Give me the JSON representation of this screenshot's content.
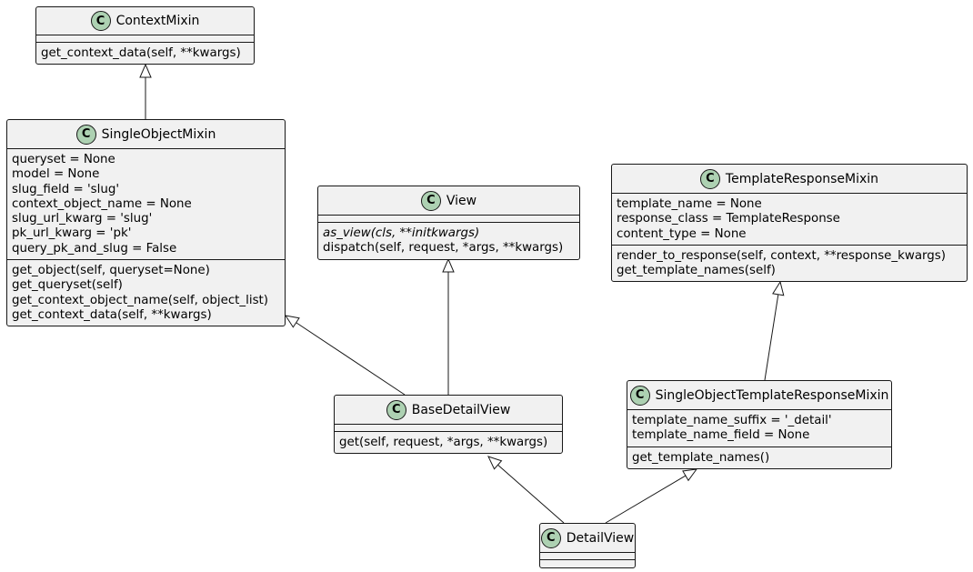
{
  "diagram": {
    "classes": [
      {
        "id": "ContextMixin",
        "badge": "C",
        "name": "ContextMixin",
        "fields": [],
        "methods": [
          {
            "text": "get_context_data(self, **kwargs)",
            "italic": false
          }
        ]
      },
      {
        "id": "SingleObjectMixin",
        "badge": "C",
        "name": "SingleObjectMixin",
        "fields": [
          {
            "text": "queryset = None"
          },
          {
            "text": "model = None"
          },
          {
            "text": "slug_field = 'slug'"
          },
          {
            "text": "context_object_name = None"
          },
          {
            "text": "slug_url_kwarg = 'slug'"
          },
          {
            "text": "pk_url_kwarg = 'pk'"
          },
          {
            "text": "query_pk_and_slug = False"
          }
        ],
        "methods": [
          {
            "text": "get_object(self, queryset=None)",
            "italic": false
          },
          {
            "text": "get_queryset(self)",
            "italic": false
          },
          {
            "text": "get_context_object_name(self, object_list)",
            "italic": false
          },
          {
            "text": "get_context_data(self, **kwargs)",
            "italic": false
          }
        ]
      },
      {
        "id": "View",
        "badge": "C",
        "name": "View",
        "fields": [],
        "methods": [
          {
            "text": "as_view(cls, **initkwargs)",
            "italic": true
          },
          {
            "text": "dispatch(self, request, *args, **kwargs)",
            "italic": false
          }
        ]
      },
      {
        "id": "TemplateResponseMixin",
        "badge": "C",
        "name": "TemplateResponseMixin",
        "fields": [
          {
            "text": "template_name = None"
          },
          {
            "text": "response_class = TemplateResponse"
          },
          {
            "text": "content_type = None"
          }
        ],
        "methods": [
          {
            "text": "render_to_response(self, context, **response_kwargs)",
            "italic": false
          },
          {
            "text": "get_template_names(self)",
            "italic": false
          }
        ]
      },
      {
        "id": "BaseDetailView",
        "badge": "C",
        "name": "BaseDetailView",
        "fields": [],
        "methods": [
          {
            "text": "get(self, request, *args, **kwargs)",
            "italic": false
          }
        ]
      },
      {
        "id": "SingleObjectTemplateResponseMixin",
        "badge": "C",
        "name": "SingleObjectTemplateResponseMixin",
        "fields": [
          {
            "text": "template_name_suffix = '_detail'"
          },
          {
            "text": "template_name_field = None"
          }
        ],
        "methods": [
          {
            "text": "get_template_names()",
            "italic": false
          }
        ]
      },
      {
        "id": "DetailView",
        "badge": "C",
        "name": "DetailView",
        "fields": [],
        "methods": []
      }
    ],
    "relations": [
      {
        "from": "SingleObjectMixin",
        "to": "ContextMixin",
        "type": "inheritance"
      },
      {
        "from": "BaseDetailView",
        "to": "SingleObjectMixin",
        "type": "inheritance"
      },
      {
        "from": "BaseDetailView",
        "to": "View",
        "type": "inheritance"
      },
      {
        "from": "SingleObjectTemplateResponseMixin",
        "to": "TemplateResponseMixin",
        "type": "inheritance"
      },
      {
        "from": "DetailView",
        "to": "BaseDetailView",
        "type": "inheritance"
      },
      {
        "from": "DetailView",
        "to": "SingleObjectTemplateResponseMixin",
        "type": "inheritance"
      }
    ],
    "colors": {
      "class_fill": "#f1f1f1",
      "class_border": "#181818",
      "badge_fill": "#add1b2",
      "edge": "#181818",
      "background": "#ffffff"
    }
  }
}
